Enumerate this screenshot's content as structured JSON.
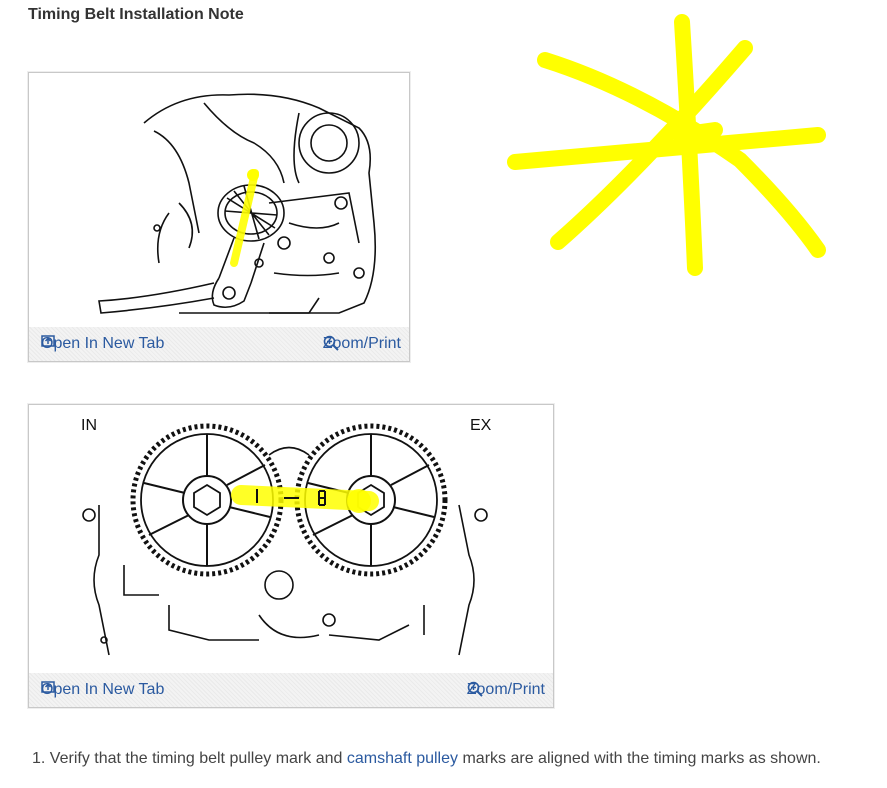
{
  "page": {
    "title": "Timing Belt Installation Note"
  },
  "figure1": {
    "open_label": "Open In New Tab",
    "zoom_label": "Zoom/Print"
  },
  "figure2": {
    "label_in": "IN",
    "label_ex": "EX",
    "open_label": "Open In New Tab",
    "zoom_label": "Zoom/Print"
  },
  "instructions": {
    "number": "1.",
    "text_before": "Verify that the timing belt pulley mark and",
    "link_text": "camshaft pulley",
    "text_after": "marks are aligned with the timing marks as shown."
  },
  "colors": {
    "link": "#2b5aa0",
    "highlight": "#ffff00"
  },
  "icons": {
    "open": "open-in-new-tab-icon",
    "zoom": "zoom-in-icon"
  }
}
